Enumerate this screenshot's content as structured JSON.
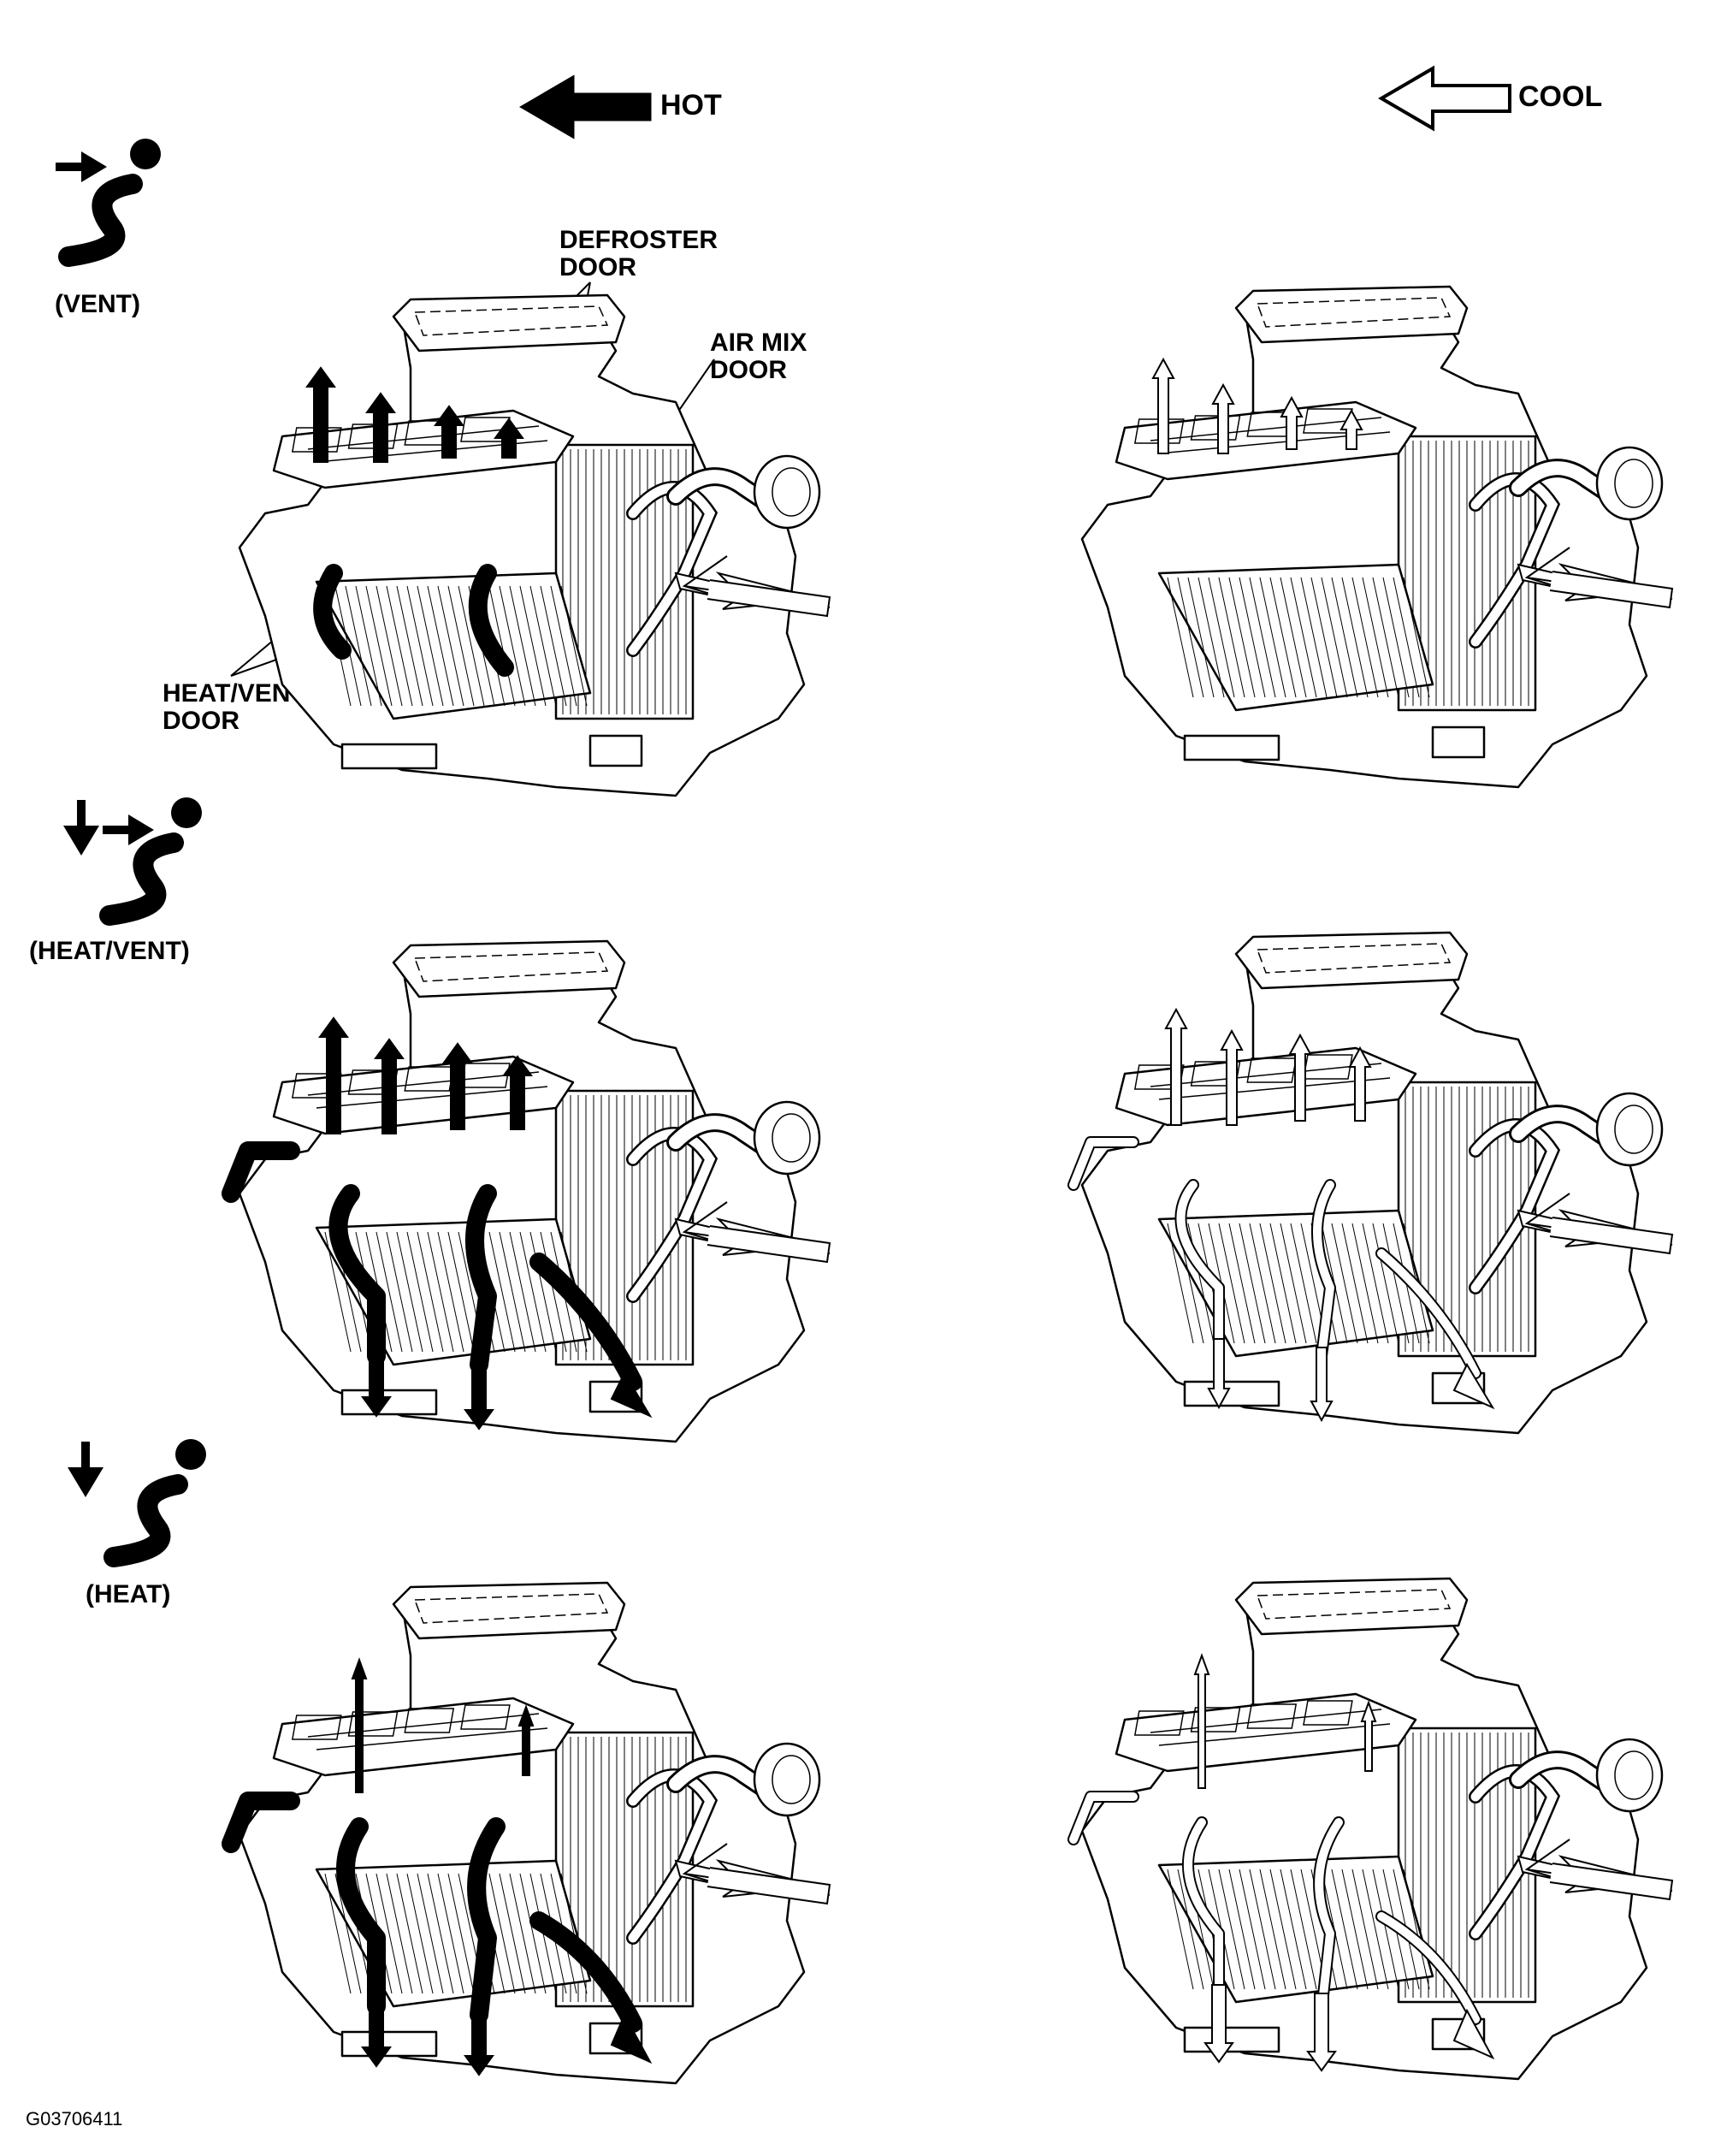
{
  "legend": {
    "hot_label": "HOT",
    "cool_label": "COOL",
    "hot_color": "#000000",
    "cool_color": "#ffffff"
  },
  "modes": [
    {
      "label": "(VENT)",
      "icon": "vent-mode-icon"
    },
    {
      "label": "(HEAT/VENT)",
      "icon": "heat-vent-mode-icon"
    },
    {
      "label": "(HEAT)",
      "icon": "heat-mode-icon"
    }
  ],
  "callouts": {
    "defroster_door": "DEFROSTER\nDOOR",
    "air_mix_door": "AIR MIX\nDOOR",
    "heat_vent_door": "HEAT/VENT\nDOOR"
  },
  "figure_code": "G03706411"
}
